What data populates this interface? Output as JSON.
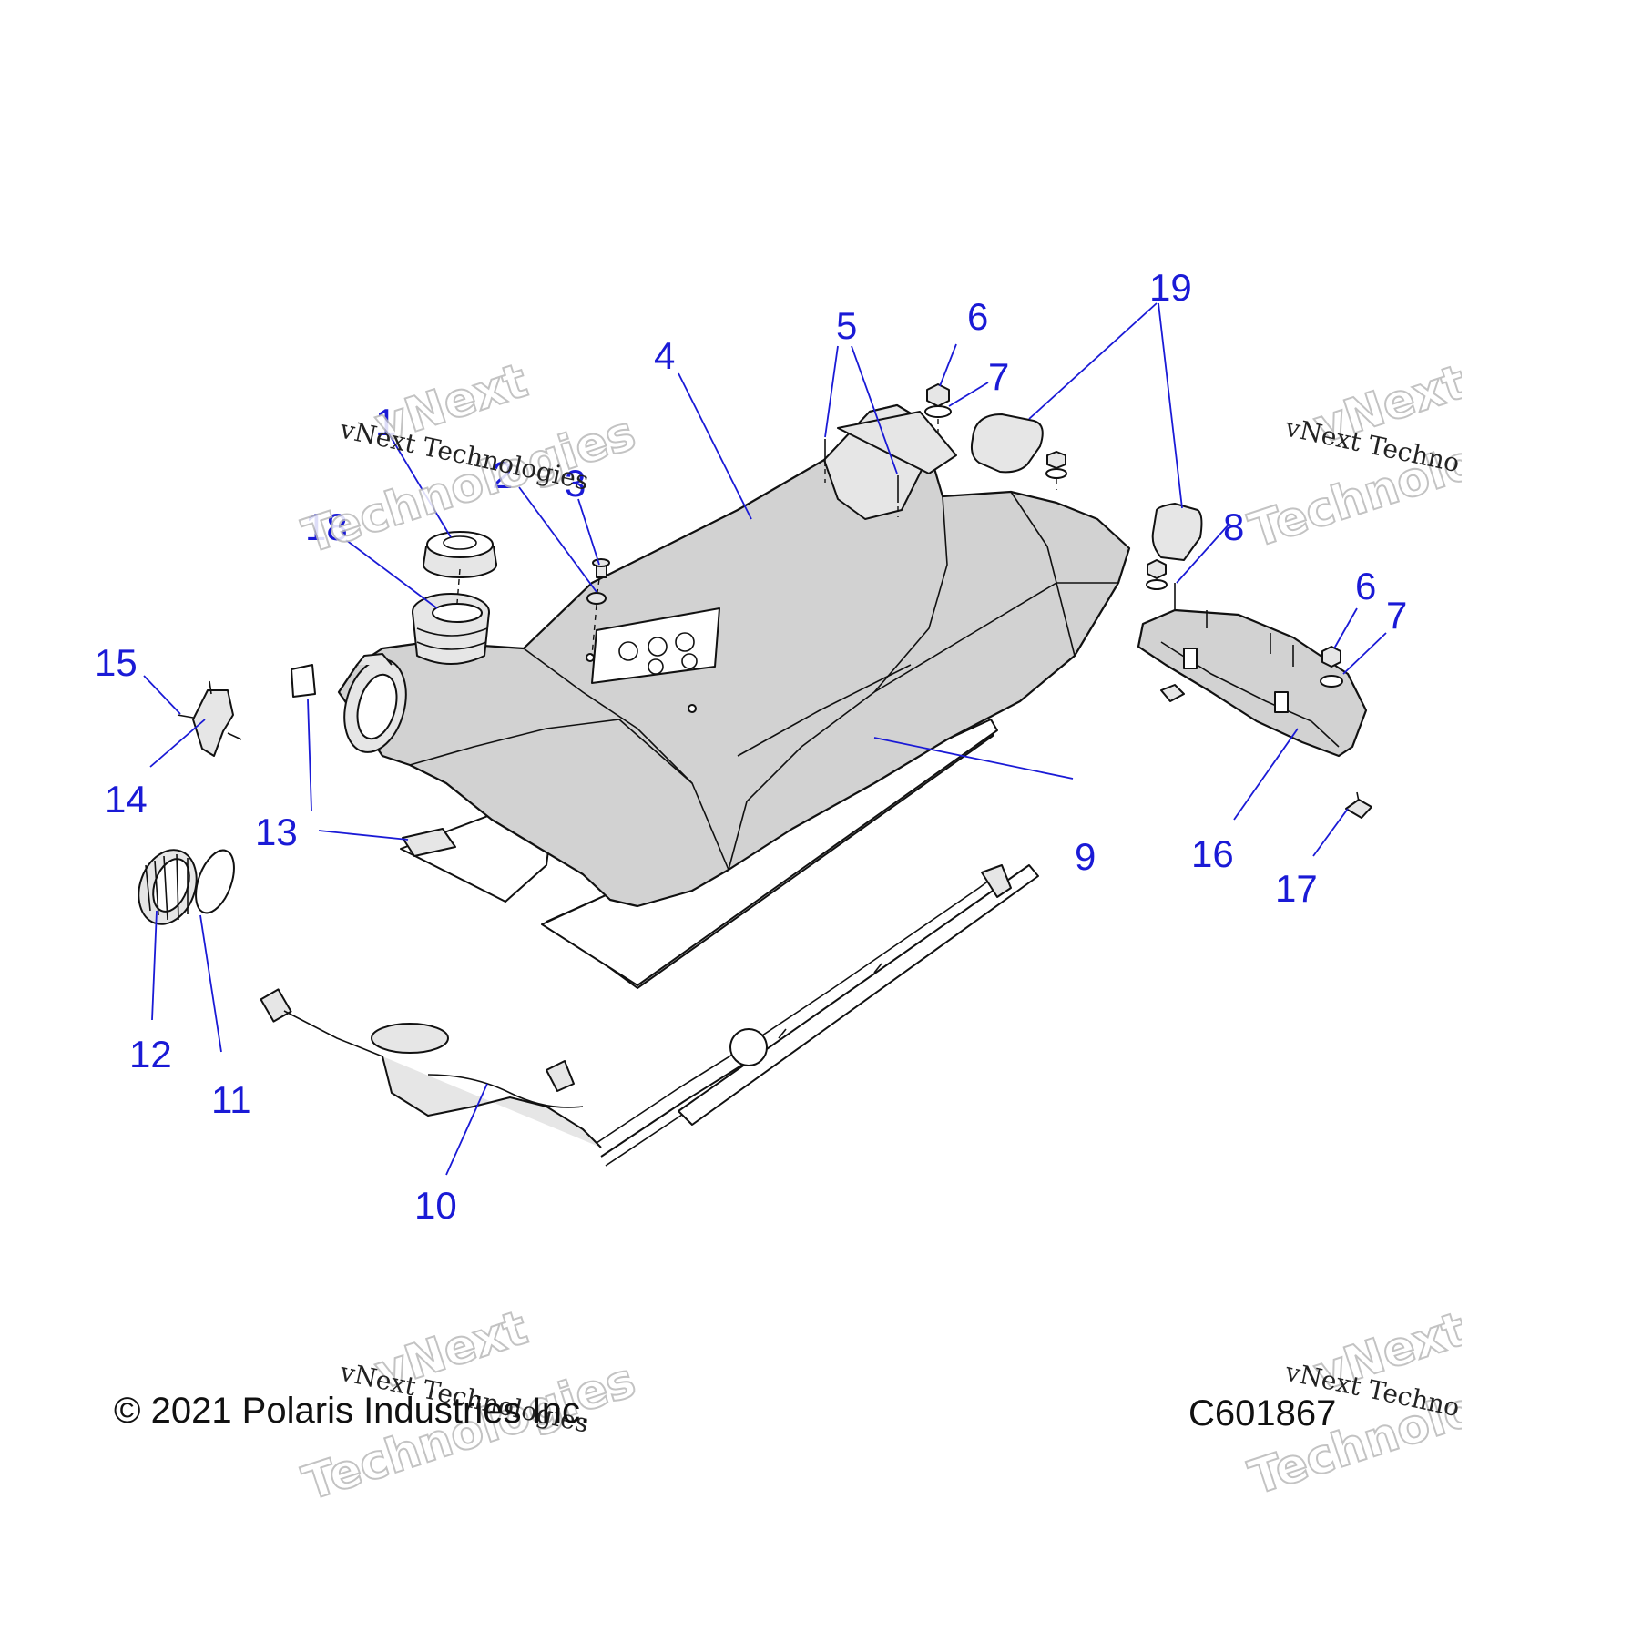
{
  "diagram": {
    "callouts": [
      "1",
      "2",
      "3",
      "4",
      "5",
      "6",
      "7",
      "8",
      "9",
      "10",
      "11",
      "12",
      "13",
      "14",
      "15",
      "16",
      "17",
      "18",
      "19"
    ],
    "footer": {
      "copyright": "© 2021 Polaris Industries Inc.",
      "figure_code": "C601867"
    },
    "watermark": {
      "line1": "vNext Technologies",
      "word_a": "vNext",
      "word_b": "Technologies",
      "cut_line1": "vNext Techno",
      "cut_word_a": "vNext",
      "cut_word_b": "Technolo"
    },
    "colors": {
      "callout": "#1a1ad6",
      "part_fill": "#d2d2d2",
      "line": "#111111"
    }
  }
}
